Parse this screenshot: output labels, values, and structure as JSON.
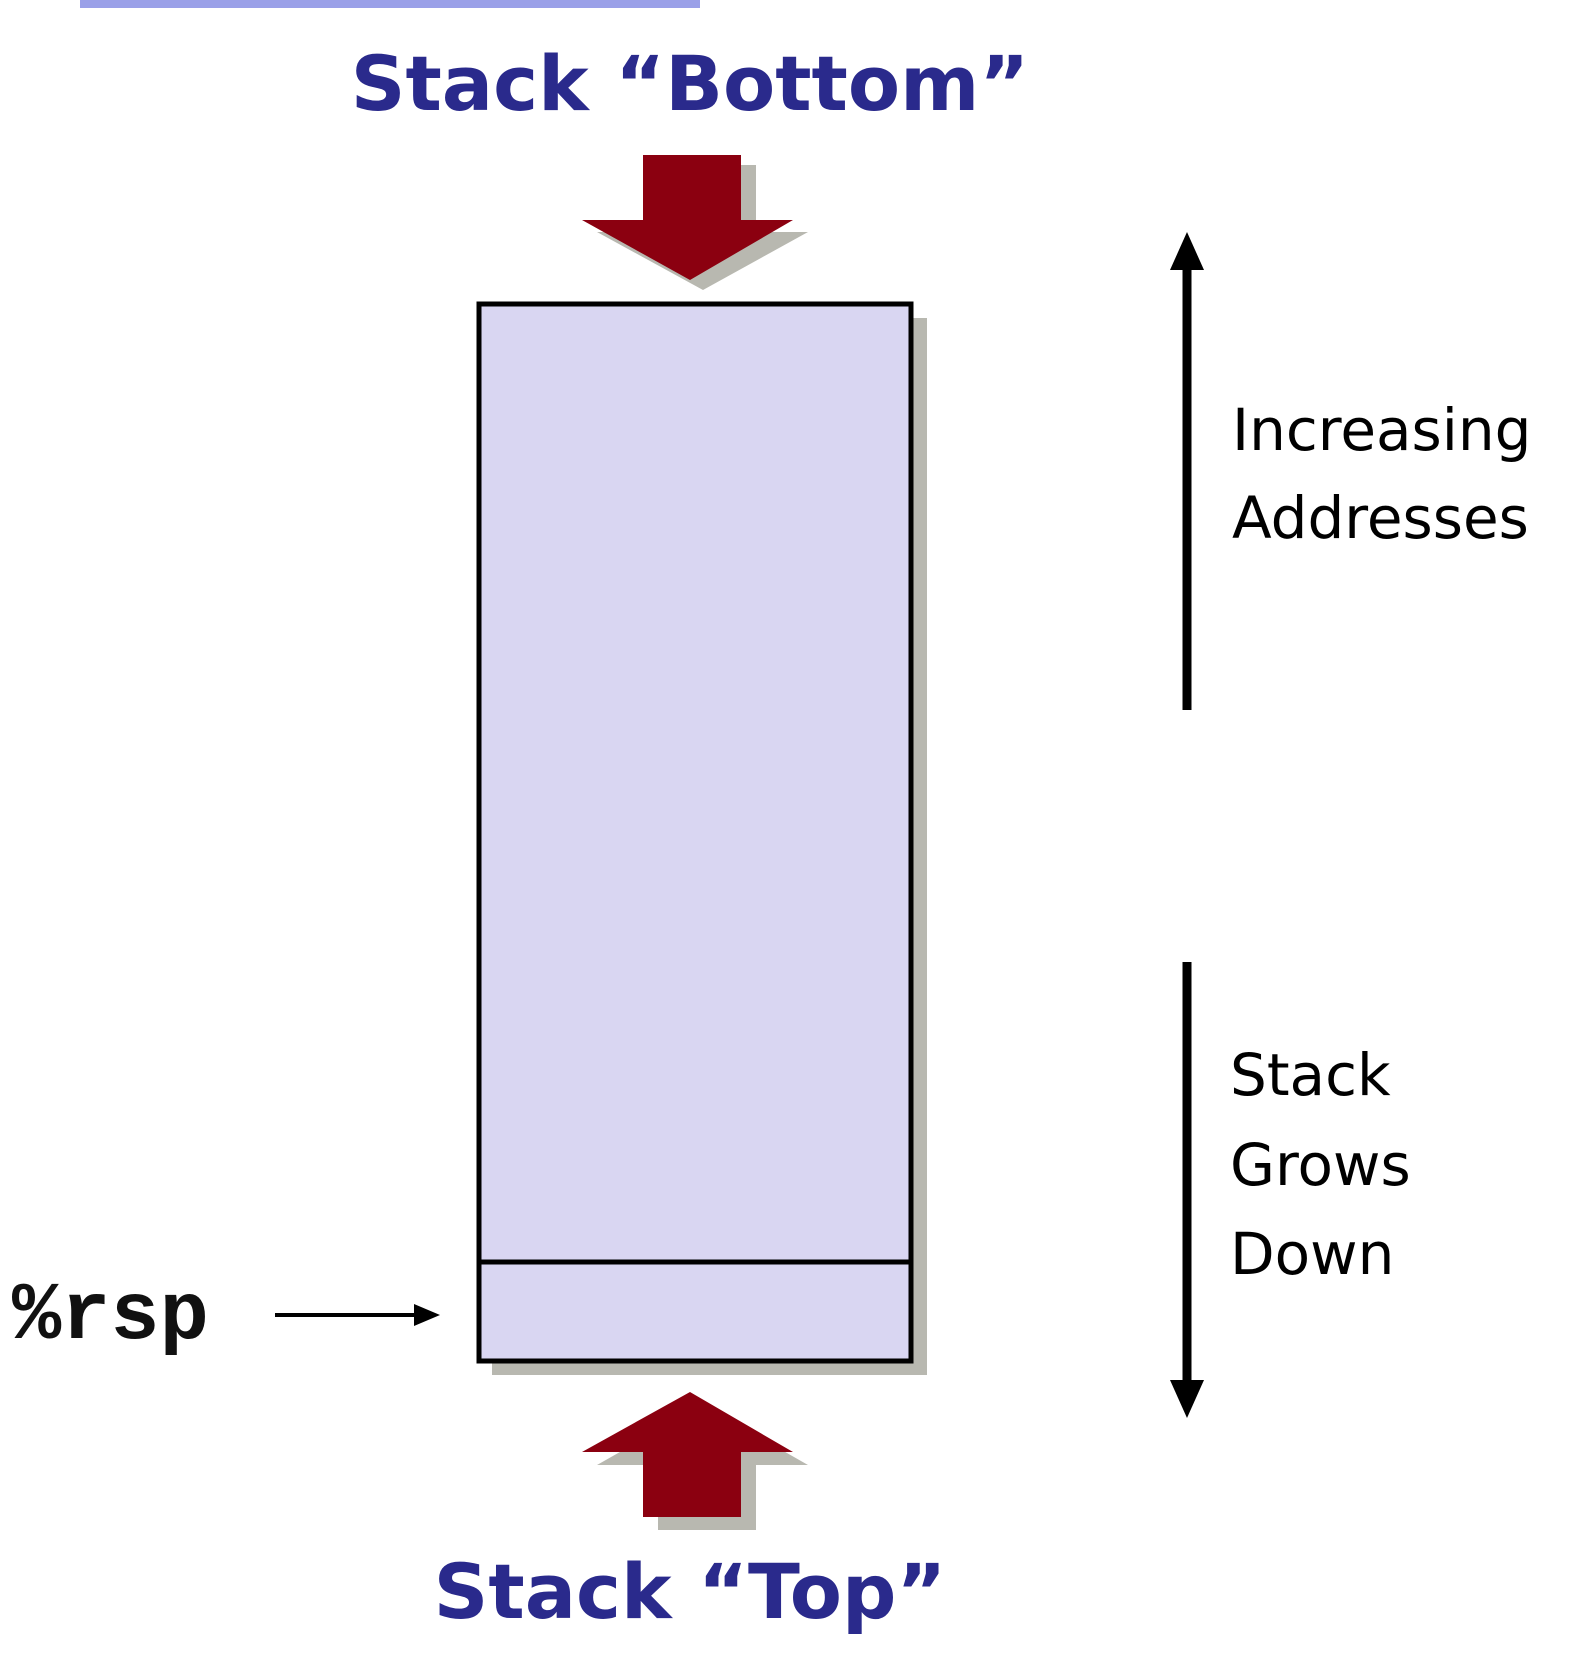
{
  "labels": {
    "stack_bottom": "Stack “Bottom”",
    "stack_top": "Stack “Top”",
    "increasing_addresses": [
      "Increasing",
      "Addresses"
    ],
    "stack_grows_down": [
      "Stack",
      "Grows",
      "Down"
    ],
    "register": "%rsp"
  },
  "colors": {
    "title_text": "#2a2a8c",
    "stack_fill": "#d9d6f2",
    "arrow_fill": "#8b0010",
    "shadow": "#b8b8b0"
  }
}
